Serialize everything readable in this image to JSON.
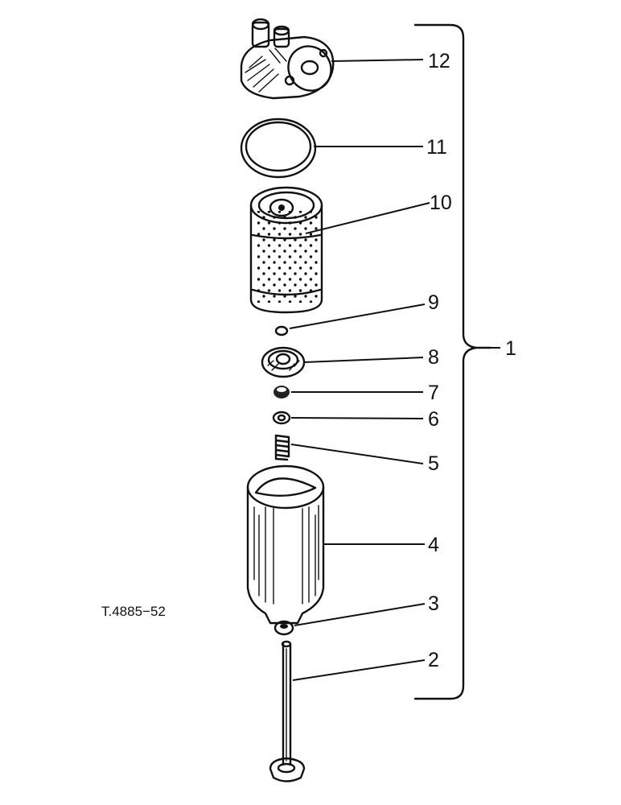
{
  "figure": {
    "reference_code": "T.4885−52"
  },
  "callouts": [
    {
      "number": "1",
      "part": "filter-assembly"
    },
    {
      "number": "2",
      "part": "centre-bolt"
    },
    {
      "number": "3",
      "part": "bolt-seal"
    },
    {
      "number": "4",
      "part": "filter-bowl"
    },
    {
      "number": "5",
      "part": "spring"
    },
    {
      "number": "6",
      "part": "washer"
    },
    {
      "number": "7",
      "part": "seal"
    },
    {
      "number": "8",
      "part": "element-plate"
    },
    {
      "number": "9",
      "part": "circlip"
    },
    {
      "number": "10",
      "part": "filter-element"
    },
    {
      "number": "11",
      "part": "sealing-ring"
    },
    {
      "number": "12",
      "part": "filter-head"
    }
  ]
}
